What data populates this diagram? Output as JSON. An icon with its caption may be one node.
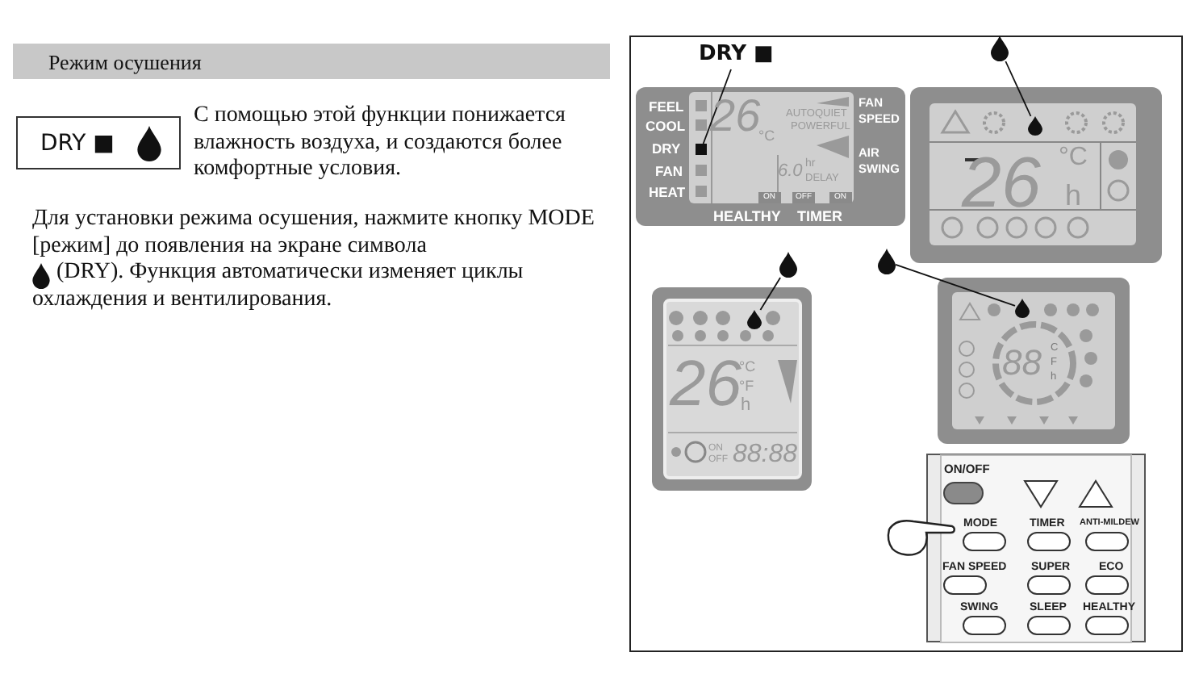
{
  "diagram": {
    "title": "Режим осушения",
    "nodes": [
      {
        "text": [
          "DRY ■"
        ]
      },
      {
        "text": [],
        "shape": "box"
      },
      {
        "text": [
          "FEEL",
          "COOL",
          "DRY",
          "FAN",
          "HEAT",
          "26",
          "°C",
          "AUTOQUIET",
          "POWERFUL",
          "6.0",
          "hr",
          "DELAY",
          "ON",
          "OFF",
          "ON",
          "FAN SPEED",
          "AIR SWING",
          "HEALTHY",
          "TIMER"
        ],
        "in": 1
      },
      {
        "text": [
          "26",
          "°C",
          "h"
        ],
        "in": 1
      },
      {
        "text": [
          "26",
          "°C",
          "°F",
          "h",
          "ON",
          "OFF",
          "88:88"
        ],
        "in": 1
      },
      {
        "text": [
          "88",
          "C",
          "F",
          "h"
        ],
        "in": 1
      },
      {
        "text": [
          "ON/OFF",
          "MODE",
          "TIMER",
          "ANTI-MILDEW",
          "FAN SPEED",
          "SUPER",
          "ECO",
          "SWING",
          "SLEEP",
          "HEALTHY"
        ],
        "in": 1
      },
      {
        "text": [
          "DRY ■"
        ],
        "in": 1
      },
      {
        "text": [],
        "shape": "box",
        "in": 2
      },
      {
        "text": [],
        "shape": "drop",
        "in": 1
      },
      {
        "text": [],
        "shape": "drop",
        "in": 3
      },
      {
        "text": [],
        "shape": "drop",
        "in": 1
      },
      {
        "text": [],
        "shape": "drop",
        "in": 4
      },
      {
        "text": [],
        "shape": "drop",
        "in": 1
      },
      {
        "text": [],
        "shape": "drop",
        "in": 5
      }
    ],
    "edges": [
      {
        "from": 7,
        "to": 8,
        "arrow": "none"
      },
      {
        "from": 9,
        "to": 10,
        "arrow": "none"
      },
      {
        "from": 11,
        "to": 12,
        "arrow": "none"
      },
      {
        "from": 13,
        "to": 14,
        "arrow": "none"
      }
    ],
    "labels": [
      "С помощью этой функции понижается влажность воздуха, и создаются более комфортные условия.",
      "Для установки режима осушения, нажмите кнопку MODE [режим] до появления на экране символа",
      "(DRY). Функция автоматически изменяет циклы охлаждения и вентилирования."
    ]
  }
}
